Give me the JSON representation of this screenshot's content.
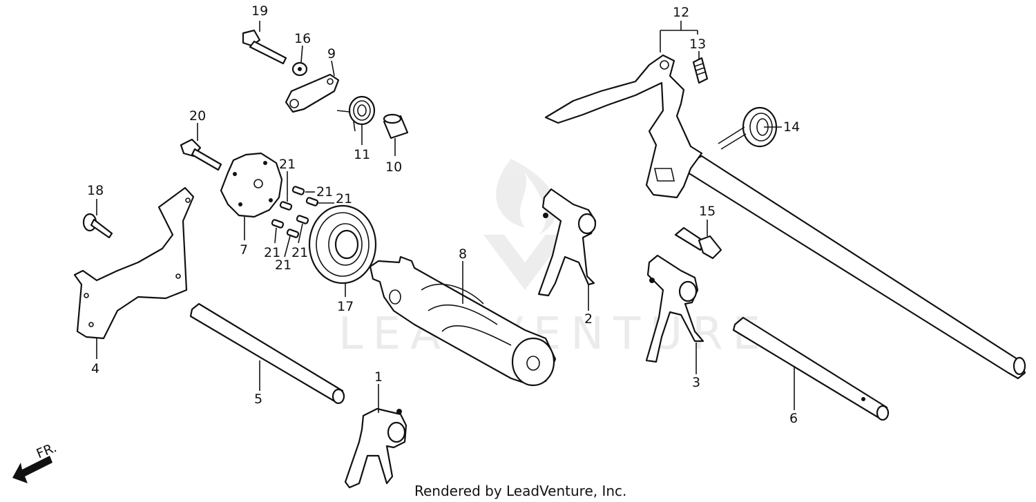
{
  "diagram": {
    "credit": "Rendered by LeadVenture, Inc.",
    "watermark": "LEADVENTURE",
    "front_marker": "FR.",
    "callouts": [
      {
        "id": "c1",
        "label": "1"
      },
      {
        "id": "c2",
        "label": "2"
      },
      {
        "id": "c3",
        "label": "3"
      },
      {
        "id": "c4",
        "label": "4"
      },
      {
        "id": "c5",
        "label": "5"
      },
      {
        "id": "c6",
        "label": "6"
      },
      {
        "id": "c7",
        "label": "7"
      },
      {
        "id": "c8",
        "label": "8"
      },
      {
        "id": "c9",
        "label": "9"
      },
      {
        "id": "c10",
        "label": "10"
      },
      {
        "id": "c11",
        "label": "11"
      },
      {
        "id": "c12",
        "label": "12"
      },
      {
        "id": "c13",
        "label": "13"
      },
      {
        "id": "c14",
        "label": "14"
      },
      {
        "id": "c15",
        "label": "15"
      },
      {
        "id": "c16",
        "label": "16"
      },
      {
        "id": "c17",
        "label": "17"
      },
      {
        "id": "c18",
        "label": "18"
      },
      {
        "id": "c19",
        "label": "19"
      },
      {
        "id": "c20",
        "label": "20"
      },
      {
        "id": "c21a",
        "label": "21"
      },
      {
        "id": "c21b",
        "label": "21"
      },
      {
        "id": "c21c",
        "label": "21"
      },
      {
        "id": "c21d",
        "label": "21"
      },
      {
        "id": "c21e",
        "label": "21"
      },
      {
        "id": "c21f",
        "label": "21"
      }
    ]
  }
}
